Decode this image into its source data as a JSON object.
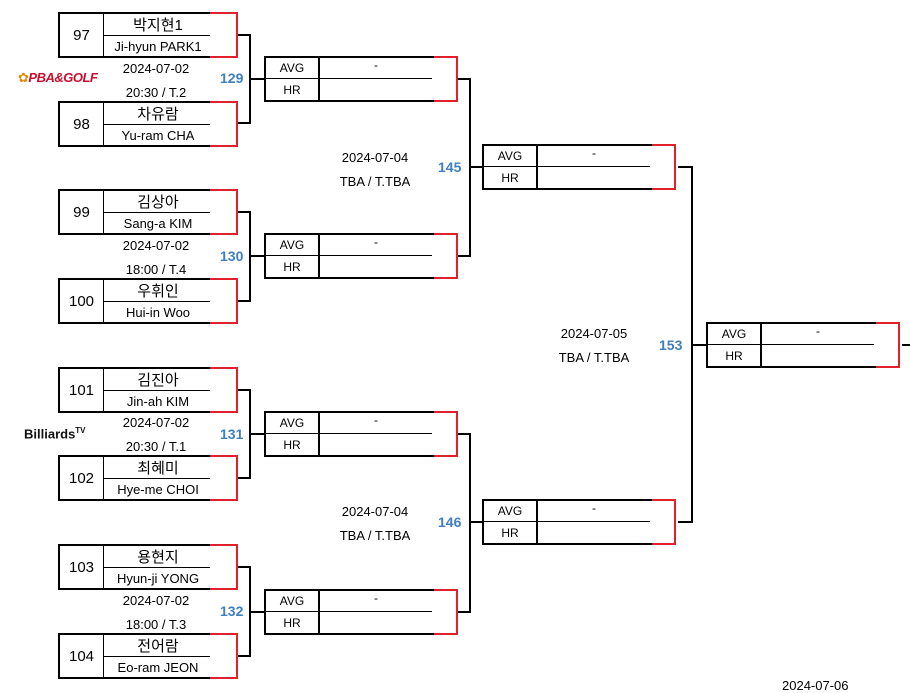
{
  "logos": {
    "pba_golf": "PBA&GOLF",
    "billiards_tv": "Billiards",
    "billiards_tv_sup": "TV"
  },
  "round1": [
    {
      "match_no": "129",
      "date": "2024-07-02",
      "time_table": "20:30 / T.2",
      "players": [
        {
          "seed": "97",
          "name_kr": "박지현1",
          "name_en": "Ji-hyun PARK1"
        },
        {
          "seed": "98",
          "name_kr": "차유람",
          "name_en": "Yu-ram CHA"
        }
      ]
    },
    {
      "match_no": "130",
      "date": "2024-07-02",
      "time_table": "18:00 / T.4",
      "players": [
        {
          "seed": "99",
          "name_kr": "김상아",
          "name_en": "Sang-a KIM"
        },
        {
          "seed": "100",
          "name_kr": "우휘인",
          "name_en": "Hui-in Woo"
        }
      ]
    },
    {
      "match_no": "131",
      "date": "2024-07-02",
      "time_table": "20:30 / T.1",
      "players": [
        {
          "seed": "101",
          "name_kr": "김진아",
          "name_en": "Jin-ah KIM"
        },
        {
          "seed": "102",
          "name_kr": "최혜미",
          "name_en": "Hye-me CHOI"
        }
      ]
    },
    {
      "match_no": "132",
      "date": "2024-07-02",
      "time_table": "18:00 / T.3",
      "players": [
        {
          "seed": "103",
          "name_kr": "용현지",
          "name_en": "Hyun-ji YONG"
        },
        {
          "seed": "104",
          "name_kr": "전어람",
          "name_en": "Eo-ram JEON"
        }
      ]
    }
  ],
  "round2": [
    {
      "match_no": "145",
      "date": "2024-07-04",
      "time_table": "TBA / T.TBA"
    },
    {
      "match_no": "146",
      "date": "2024-07-04",
      "time_table": "TBA / T.TBA"
    }
  ],
  "round3": [
    {
      "match_no": "153",
      "date": "2024-07-05",
      "time_table": "TBA / T.TBA"
    }
  ],
  "winner_slots": [
    {
      "avg_label": "AVG",
      "hr_label": "HR",
      "avg_value": "-",
      "hr_value": ""
    },
    {
      "avg_label": "AVG",
      "hr_label": "HR",
      "avg_value": "-",
      "hr_value": ""
    },
    {
      "avg_label": "AVG",
      "hr_label": "HR",
      "avg_value": "-",
      "hr_value": ""
    },
    {
      "avg_label": "AVG",
      "hr_label": "HR",
      "avg_value": "-",
      "hr_value": ""
    },
    {
      "avg_label": "AVG",
      "hr_label": "HR",
      "avg_value": "-",
      "hr_value": ""
    },
    {
      "avg_label": "AVG",
      "hr_label": "HR",
      "avg_value": "-",
      "hr_value": ""
    },
    {
      "avg_label": "AVG",
      "hr_label": "HR",
      "avg_value": "-",
      "hr_value": ""
    }
  ],
  "footer_date": "2024-07-06",
  "colors": {
    "score_border": "#e0202a",
    "match_number": "#3f7fbf"
  }
}
